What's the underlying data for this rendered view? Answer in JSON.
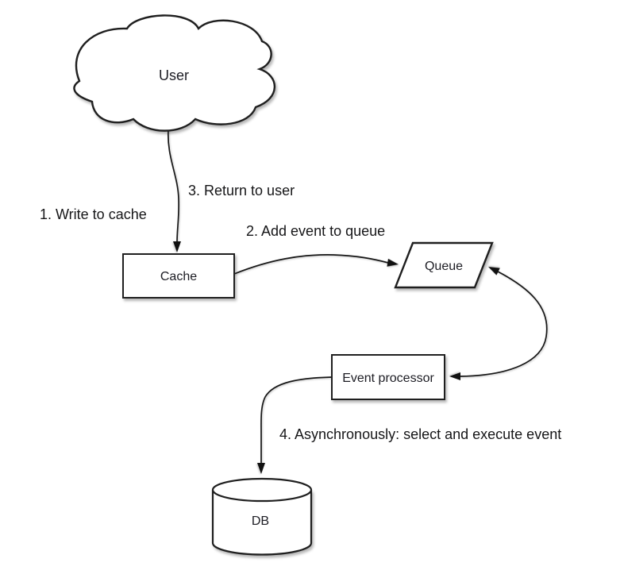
{
  "diagram": {
    "nodes": {
      "user": {
        "label": "User",
        "shape": "cloud"
      },
      "cache": {
        "label": "Cache",
        "shape": "rectangle"
      },
      "queue": {
        "label": "Queue",
        "shape": "parallelogram"
      },
      "event_processor": {
        "label": "Event processor",
        "shape": "rectangle"
      },
      "db": {
        "label": "DB",
        "shape": "cylinder"
      }
    },
    "edge_labels": {
      "step1": "1. Write to cache",
      "step2": "2. Add event to queue",
      "step3": "3. Return to user",
      "step4": "4. Asynchronously: select and execute event"
    },
    "colors": {
      "background": "#ffffff",
      "shape_fill": "#ffffff",
      "stroke": "#1f1f1f",
      "text": "#1d1d24"
    }
  }
}
